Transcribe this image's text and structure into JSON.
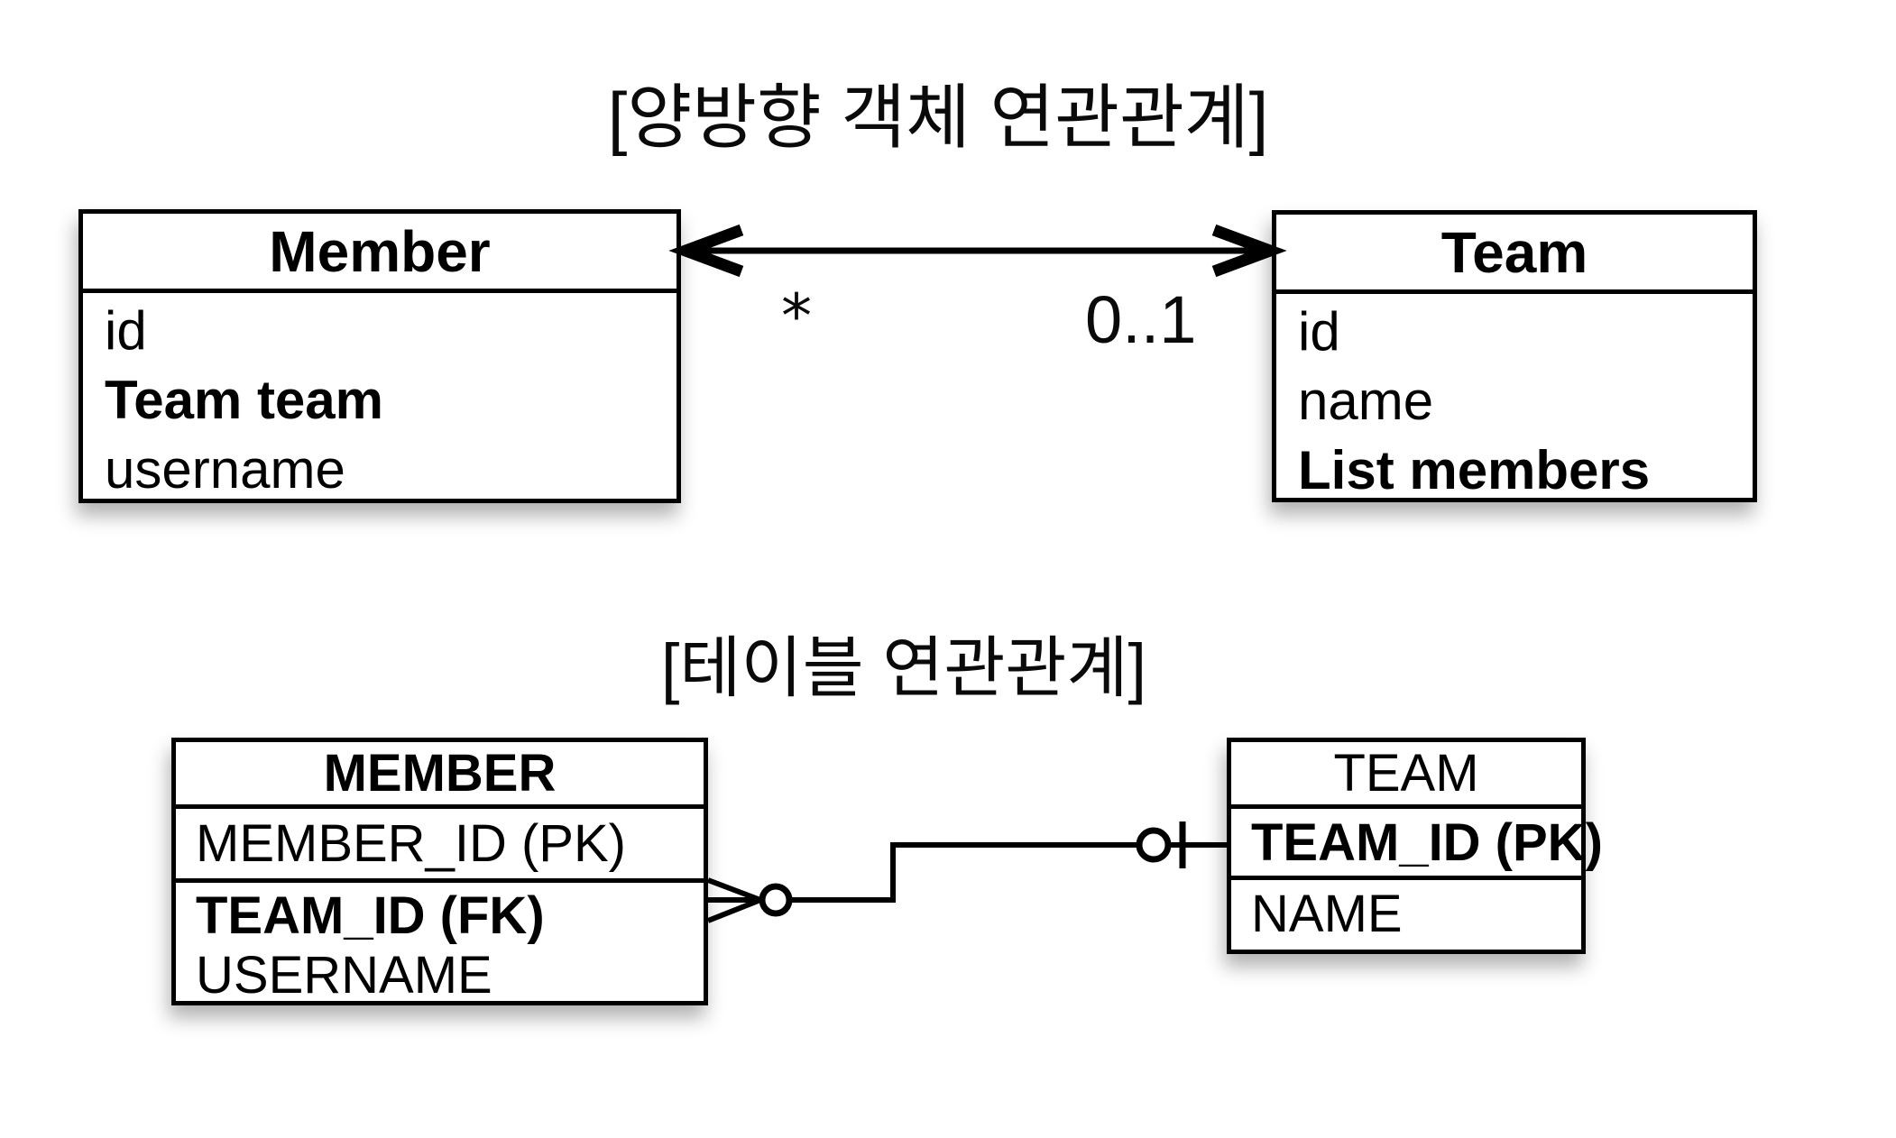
{
  "colors": {
    "line": "#000000",
    "fill": "#ffffff",
    "background": "#ffffff"
  },
  "object_diagram": {
    "title": "[양방향 객체 연관관계]",
    "member_class": {
      "name": "Member",
      "fields": [
        "id",
        "Team team",
        "username"
      ]
    },
    "team_class": {
      "name": "Team",
      "fields": [
        "id",
        "name",
        "List members"
      ]
    },
    "association": {
      "style": "double-headed-arrow",
      "member_side_multiplicity": "*",
      "team_side_multiplicity": "0..1"
    }
  },
  "table_diagram": {
    "title": "[테이블 연관관계]",
    "member_table": {
      "name": "MEMBER",
      "pk_row": "MEMBER_ID (PK)",
      "fk_row": "TEAM_ID (FK)",
      "column_row": "USERNAME"
    },
    "team_table": {
      "name": "TEAM",
      "pk_row": "TEAM_ID (PK)",
      "column_row": "NAME"
    },
    "relationship_notation": "crow-foot zero-or-many to zero-or-one"
  }
}
